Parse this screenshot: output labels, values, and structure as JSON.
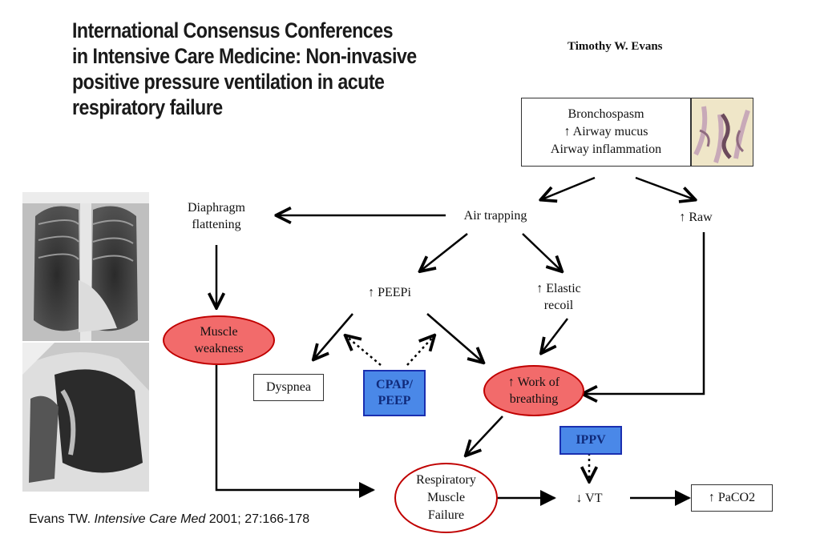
{
  "header": {
    "title_lines": [
      "International Consensus Conferences",
      "in Intensive Care Medicine: Non-invasive",
      "positive pressure ventilation in acute",
      "respiratory failure"
    ],
    "author": "Timothy W. Evans"
  },
  "diagram": {
    "top_box": [
      "Bronchospasm",
      "↑ Airway mucus",
      "Airway inflammation"
    ],
    "air_trapping": "Air trapping",
    "raw": "↑ Raw",
    "diaphragm": [
      "Diaphragm",
      "flattening"
    ],
    "peepi": "↑ PEEPi",
    "elastic": [
      "↑ Elastic",
      "recoil"
    ],
    "muscle_weakness": [
      "Muscle",
      "weakness"
    ],
    "dyspnea": "Dyspnea",
    "cpap": [
      "CPAP/",
      "PEEP"
    ],
    "work_of_breathing": [
      "↑ Work of",
      "breathing"
    ],
    "ippv": "IPPV",
    "respiratory_failure": [
      "Respiratory",
      "Muscle",
      "Failure"
    ],
    "vt": "↓ VT",
    "paco2": "↑ PaCO2"
  },
  "citation": {
    "author": "Evans TW.",
    "journal": "Intensive Care Med",
    "details": "2001; 27:166-178"
  },
  "colors": {
    "red_fill": "#f26b6b",
    "red_border": "#c00000",
    "blue_fill": "#4a88e8",
    "blue_border": "#1a2fb0"
  }
}
